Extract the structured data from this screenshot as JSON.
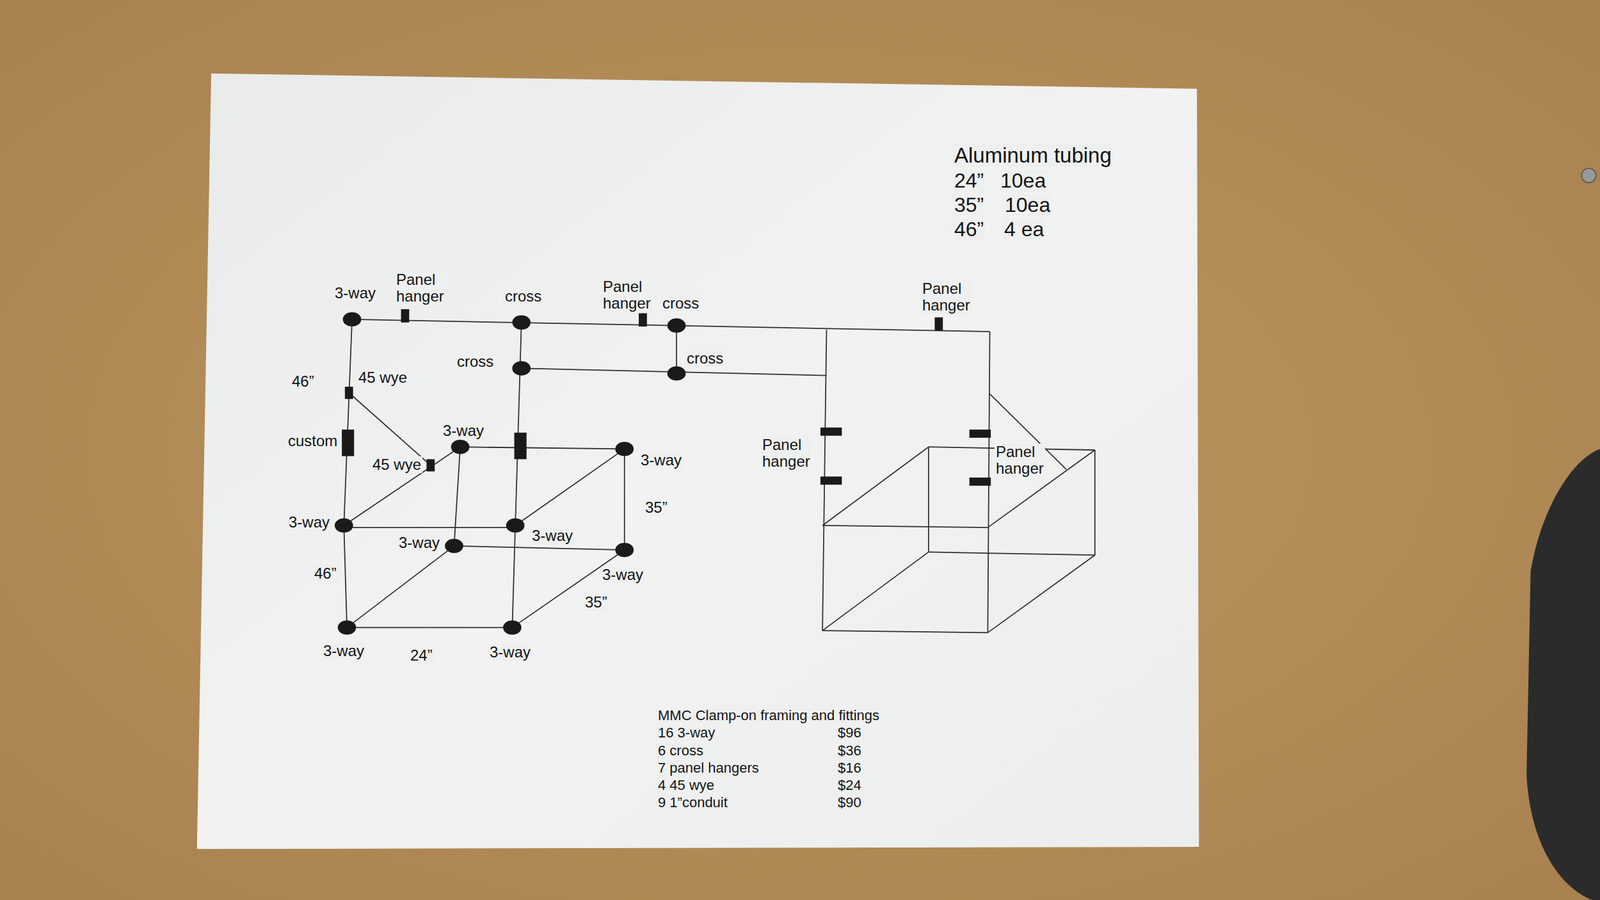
{
  "diagram": {
    "labels": [
      "Aluminum tubing",
      "24”",
      "10ea",
      "35”",
      "10ea",
      "46”",
      "4 ea",
      "3-way",
      "Panel hanger",
      "cross",
      "Panel hanger",
      "cross",
      "Panel hanger",
      "cross",
      "cross",
      "46”",
      "45 wye",
      "custom",
      "3-way",
      "45 wye",
      "3-way",
      "Panel hanger",
      "Panel hanger",
      "35”",
      "3-way",
      "3-way",
      "3-way",
      "3-way",
      "46”",
      "35”",
      "3-way",
      "24”",
      "3-way",
      "MMC Clamp-on framing and fittings",
      "16 3-way",
      "$96",
      "6 cross",
      "$36",
      "7 panel hangers",
      "$16",
      "4 45 wye",
      "$24",
      "9 1”conduit",
      "$90"
    ]
  }
}
